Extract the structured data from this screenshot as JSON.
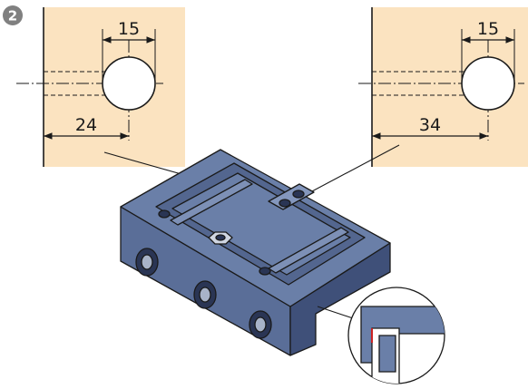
{
  "step": {
    "number": "2"
  },
  "left_detail": {
    "hole_diameter": "15",
    "edge_distance": "24"
  },
  "right_detail": {
    "hole_diameter": "15",
    "edge_distance": "34"
  },
  "colors": {
    "panel": "#fbe3c0",
    "housing": "#6a7fa8",
    "housing_dark": "#3f5079",
    "outline": "#1a1a1a",
    "badge": "#808080",
    "seal_accent": "#cc2222"
  }
}
